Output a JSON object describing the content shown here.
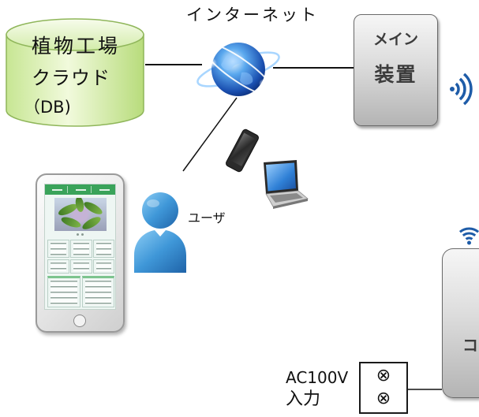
{
  "diagram": {
    "internet_label": "インターネット",
    "cloud": {
      "line1": "植物工場",
      "line2": "クラウド",
      "line3": "（DB)"
    },
    "main_device": {
      "line1": "メイン",
      "line2": "装置"
    },
    "user_label": "ユーザ",
    "controller_label": "コ",
    "power_input": {
      "line1": "AC100V",
      "line2": "入力"
    },
    "terminal": {
      "symbol1": "⊗",
      "symbol2": "⊗"
    }
  },
  "icons": {
    "internet": "globe-icon",
    "mobile": "smartphone-icon",
    "computer": "laptop-icon",
    "user": "user-silhouette-icon",
    "wireless_main": "wifi-signal-icon",
    "wireless_controller": "wifi-signal-icon",
    "app_device": "smartphone-app-screen"
  },
  "colors": {
    "cloud_fill": "#dff2b8",
    "cloud_stroke": "#8fb65a",
    "device_fill": "#b4b4b4",
    "wifi": "#1e5ca8",
    "user": "#3f97d8",
    "app_header": "#3aa35a"
  }
}
